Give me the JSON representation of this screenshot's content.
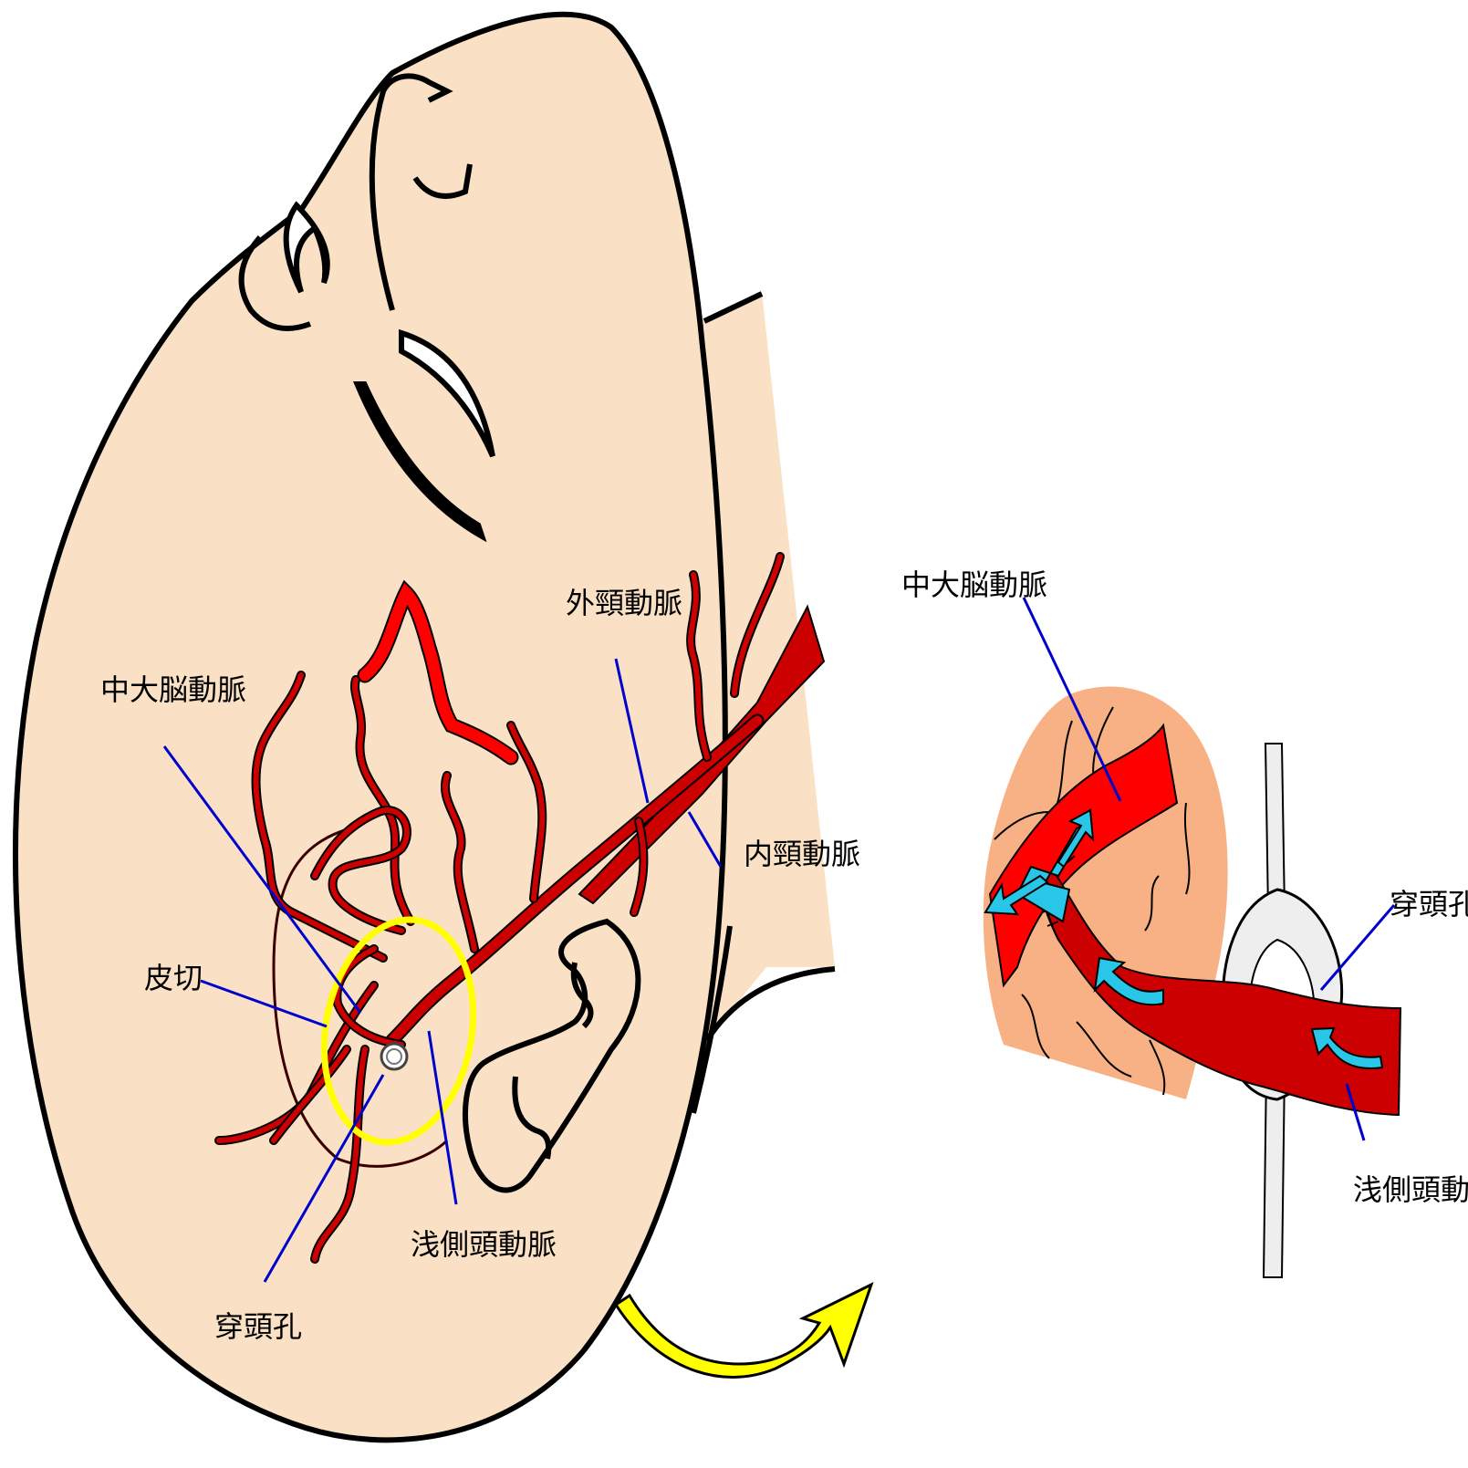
{
  "colors": {
    "skin": "#fae0c5",
    "brain": "#f8b184",
    "artery": "#cc0000",
    "artery_bright": "#ff0000",
    "leader": "#0000cc",
    "highlight": "#ffff00",
    "flow_arrow": "#29c6e8",
    "outline": "#000000",
    "skull": "#eeeeee"
  },
  "main_view": {
    "labels": {
      "external_carotid": "外頸動脈",
      "internal_carotid": "内頸動脈",
      "middle_cerebral": "中大脳動脈",
      "skin_incision": "皮切",
      "superficial_temporal": "浅側頭動脈",
      "burr_hole": "穿頭孔"
    }
  },
  "inset_view": {
    "labels": {
      "middle_cerebral": "中大脳動脈",
      "burr_hole": "穿頭孔",
      "superficial_temporal": "浅側頭動脈"
    }
  },
  "icons": {
    "transition_arrow": "yellow-curved-arrow-icon",
    "flow_arrows": "blood-flow-arrow-icon"
  }
}
